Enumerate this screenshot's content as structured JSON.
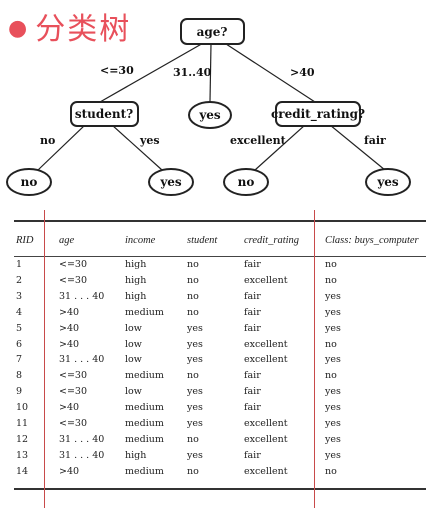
{
  "title": "分类树",
  "tree": {
    "root": "age?",
    "node_student": "student?",
    "node_yes_mid": "yes",
    "node_credit": "credit_rating?",
    "leaf_no_1": "no",
    "leaf_yes_1": "yes",
    "leaf_no_2": "no",
    "leaf_yes_2": "yes",
    "edge_le30": "<=30",
    "edge_31_40": "31..40",
    "edge_gt40": ">40",
    "edge_no": "no",
    "edge_yes": "yes",
    "edge_excellent": "excellent",
    "edge_fair": "fair"
  },
  "table": {
    "headers": [
      "RID",
      "age",
      "income",
      "student",
      "credit_rating",
      "Class: buys_computer"
    ],
    "rows": [
      [
        "1",
        "<=30",
        "high",
        "no",
        "fair",
        "no"
      ],
      [
        "2",
        "<=30",
        "high",
        "no",
        "excellent",
        "no"
      ],
      [
        "3",
        "31 . . . 40",
        "high",
        "no",
        "fair",
        "yes"
      ],
      [
        "4",
        ">40",
        "medium",
        "no",
        "fair",
        "yes"
      ],
      [
        "5",
        ">40",
        "low",
        "yes",
        "fair",
        "yes"
      ],
      [
        "6",
        ">40",
        "low",
        "yes",
        "excellent",
        "no"
      ],
      [
        "7",
        "31 . . . 40",
        "low",
        "yes",
        "excellent",
        "yes"
      ],
      [
        "8",
        "<=30",
        "medium",
        "no",
        "fair",
        "no"
      ],
      [
        "9",
        "<=30",
        "low",
        "yes",
        "fair",
        "yes"
      ],
      [
        "10",
        ">40",
        "medium",
        "yes",
        "fair",
        "yes"
      ],
      [
        "11",
        "<=30",
        "medium",
        "yes",
        "excellent",
        "yes"
      ],
      [
        "12",
        "31 . . . 40",
        "medium",
        "no",
        "excellent",
        "yes"
      ],
      [
        "13",
        "31 . . . 40",
        "high",
        "yes",
        "fair",
        "yes"
      ],
      [
        "14",
        ">40",
        "medium",
        "no",
        "excellent",
        "no"
      ]
    ]
  },
  "colors": {
    "title": "#e8505b",
    "divider": "#c84a4a"
  }
}
